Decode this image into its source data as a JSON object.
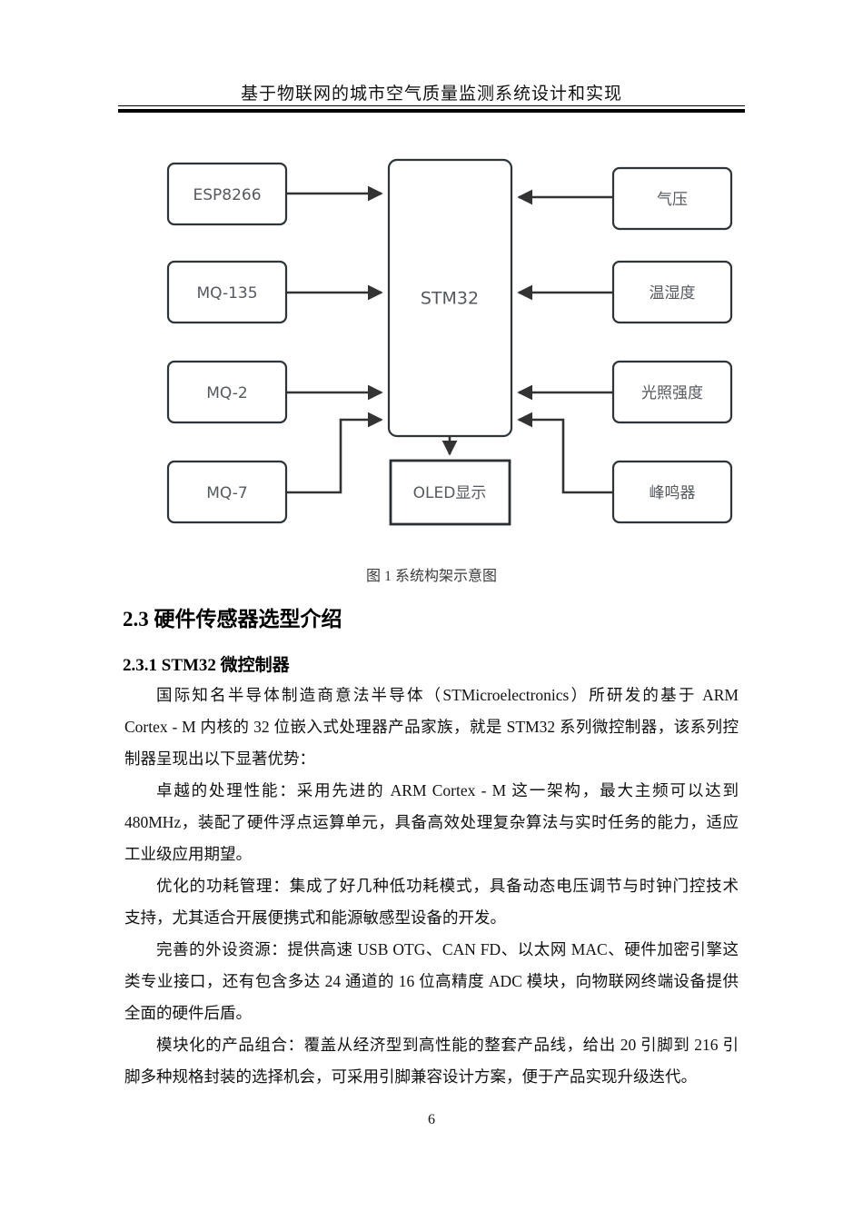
{
  "header": {
    "title": "基于物联网的城市空气质量监测系统设计和实现"
  },
  "diagram": {
    "nodes": {
      "esp8266": "ESP8266",
      "mq135": "MQ-135",
      "mq2": "MQ-2",
      "mq7": "MQ-7",
      "stm32": "STM32",
      "oled": "OLED显示",
      "pressure": "气压",
      "temp_humidity": "温湿度",
      "light": "光照强度",
      "buzzer": "峰鸣器"
    },
    "caption": "图 1  系统构架示意图"
  },
  "sections": {
    "h2": "2.3 硬件传感器选型介绍",
    "h3": "2.3.1 STM32 微控制器"
  },
  "body": {
    "p1": {
      "l1": "国际知名半导体制造商意法半导体（STMicroelectronics）所研发的基于 ARM",
      "l2": "Cortex - M 内核的 32 位嵌入式处理器产品家族，就是 STM32 系列微控制器，该系列控",
      "l3": "制器呈现出以下显著优势："
    },
    "p2": {
      "l1": "卓越的处理性能：采用先进的 ARM Cortex - M 这一架构，最大主频可以达到",
      "l2": "480MHz，装配了硬件浮点运算单元，具备高效处理复杂算法与实时任务的能力，适应",
      "l3": "工业级应用期望。"
    },
    "p3": {
      "l1": "优化的功耗管理：集成了好几种低功耗模式，具备动态电压调节与时钟门控技术",
      "l2": "支持，尤其适合开展便携式和能源敏感型设备的开发。"
    },
    "p4": {
      "l1": "完善的外设资源：提供高速 USB OTG、CAN FD、以太网 MAC、硬件加密引擎这",
      "l2": "类专业接口，还有包含多达 24 通道的 16 位高精度 ADC 模块，向物联网终端设备提供",
      "l3": "全面的硬件后盾。"
    },
    "p5": {
      "l1": "模块化的产品组合：覆盖从经济型到高性能的整套产品线，给出 20 引脚到 216 引",
      "l2": "脚多种规格封装的选择机会，可采用引脚兼容设计方案，便于产品实现升级迭代。"
    }
  },
  "footer": {
    "page_number": "6"
  },
  "colors": {
    "box_border": "#2f3438",
    "box_text": "#55595e",
    "arrow": "#333333",
    "rule": "#000000"
  }
}
